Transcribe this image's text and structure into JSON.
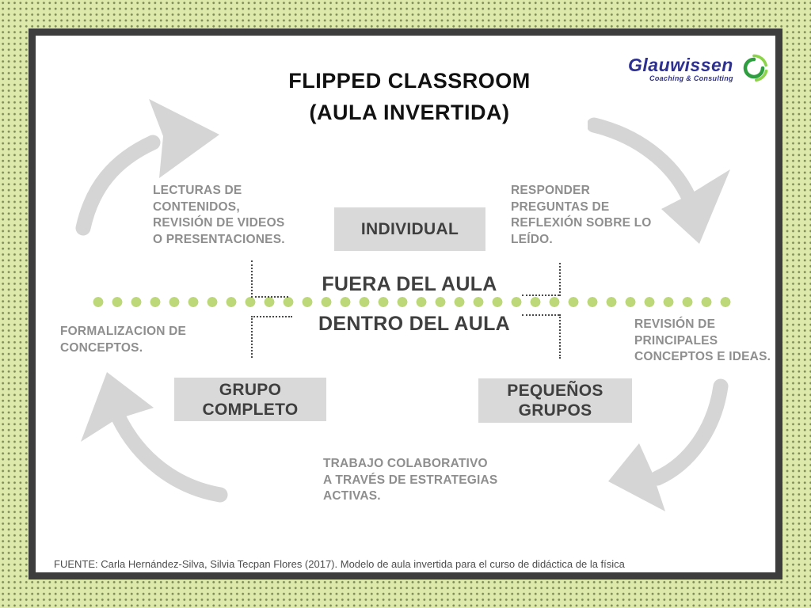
{
  "title": {
    "line1": "FLIPPED CLASSROOM",
    "line2": "(AULA INVERTIDA)"
  },
  "logo": {
    "name": "Glauwissen",
    "tagline": "Coaching & Consulting"
  },
  "zone_divider": {
    "above": "FUERA DEL AULA",
    "below": "DENTRO DEL AULA"
  },
  "stages": {
    "individual": "INDIVIDUAL",
    "full_group": "GRUPO\nCOMPLETO",
    "small_groups": "PEQUEÑOS\nGRUPOS"
  },
  "notes": {
    "top_left": "LECTURAS DE\nCONTENIDOS,\nREVISIÓN DE VIDEOS\nO PRESENTACIONES.",
    "top_right": "RESPONDER\nPREGUNTAS DE\nREFLEXIÓN SOBRE LO\nLEÍDO.",
    "mid_left": "FORMALIZACION DE\nCONCEPTOS.",
    "mid_right": "REVISIÓN DE\nPRINCIPALES\nCONCEPTOS E IDEAS.",
    "bottom": "TRABAJO COLABORATIVO\nA TRAVÉS DE ESTRATEGIAS\nACTIVAS."
  },
  "footer": {
    "source": "FUENTE: Carla Hernández-Silva, Silvia Tecpan Flores (2017). Modelo de aula invertida para el curso de didáctica de la física"
  },
  "icons": {
    "logo_swirl": "green-swirl-icon",
    "arrow_top_left": "curved-arrow-up-right-icon",
    "arrow_top_right": "curved-arrow-down-icon",
    "arrow_bottom_right": "curved-arrow-down-left-icon",
    "arrow_bottom_left": "curved-arrow-up-icon"
  },
  "colors": {
    "frame_border": "#3d3d3d",
    "background_pattern": "#dde8ab",
    "pattern_dot": "#7d8c57",
    "arrow_gray": "#d5d5d5",
    "box_gray": "#d9d9d9",
    "note_gray": "#8e8e8e",
    "dark_text": "#3f3f3f",
    "divider_green": "#bdd879",
    "logo_blue": "#2e3192",
    "logo_green": "#3fae49"
  }
}
